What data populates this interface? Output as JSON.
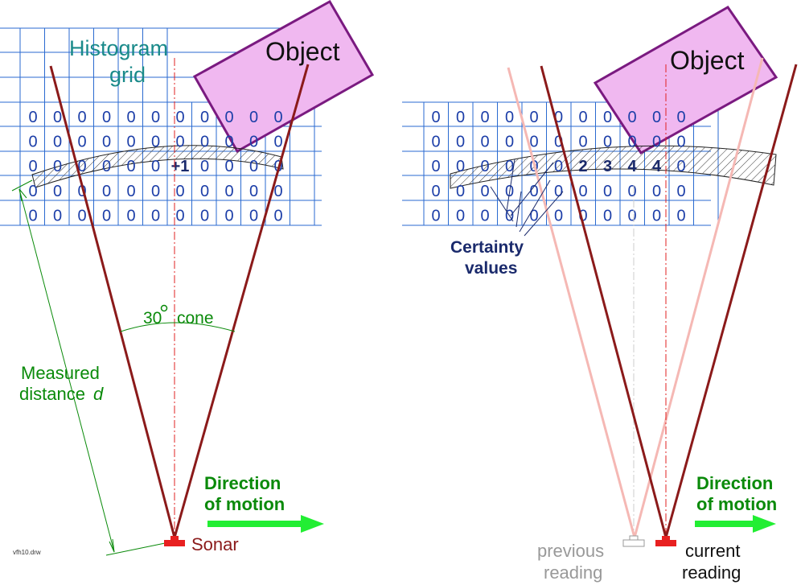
{
  "left": {
    "title": "Histogram grid",
    "title_line1": "Histogram",
    "title_line2": "grid",
    "object_label": "Object",
    "cone_label": "30° cone",
    "cone_angle": "30",
    "cone_word": "cone",
    "measured_line1": "Measured",
    "measured_line2": "distance",
    "measured_var": "d",
    "direction_line1": "Direction",
    "direction_line2": "of motion",
    "sonar_label": "Sonar",
    "file_label": "vfh10.drw",
    "grid_rows": [
      [
        "0",
        "0",
        "0",
        "0",
        "0",
        "0",
        "0",
        "0",
        "0",
        "0",
        "0"
      ],
      [
        "0",
        "0",
        "0",
        "0",
        "0",
        "0",
        "0",
        "0",
        "0",
        "0",
        "0"
      ],
      [
        "0",
        "0",
        "0",
        "0",
        "0",
        "0",
        "+1",
        "0",
        "0",
        "0",
        "0"
      ],
      [
        "0",
        "0",
        "0",
        "0",
        "0",
        "0",
        "0",
        "0",
        "0",
        "0",
        "0"
      ],
      [
        "0",
        "0",
        "0",
        "0",
        "0",
        "0",
        "0",
        "0",
        "0",
        "0",
        "0"
      ]
    ]
  },
  "right": {
    "object_label": "Object",
    "certainty_line1": "Certainty",
    "certainty_line2": "values",
    "direction_line1": "Direction",
    "direction_line2": "of motion",
    "previous_line1": "previous",
    "previous_line2": "reading",
    "current_line1": "current",
    "current_line2": "reading",
    "grid_rows": [
      [
        "0",
        "0",
        "0",
        "0",
        "0",
        "0",
        "0",
        "0",
        "0",
        "0",
        "0"
      ],
      [
        "0",
        "0",
        "0",
        "0",
        "0",
        "0",
        "0",
        "0",
        "0",
        "0",
        "0"
      ],
      [
        "0",
        "0",
        "0",
        "0",
        "0",
        "0",
        "2",
        "3",
        "4",
        "4",
        "0"
      ],
      [
        "0",
        "0",
        "0",
        "0",
        "0",
        "0",
        "0",
        "0",
        "0",
        "0",
        "0"
      ],
      [
        "0",
        "0",
        "0",
        "0",
        "0",
        "0",
        "0",
        "0",
        "0",
        "0",
        "0"
      ]
    ]
  },
  "colors": {
    "grid_line": "#2a6ad0",
    "zero": "#1c3ea8",
    "value": "#1a2a6c",
    "beam": "#8b1a1a",
    "beam_prev": "#f5b8b4",
    "object_fill": "#f0b8f0",
    "object_stroke": "#7a1a80",
    "green": "#0a8a0a",
    "arrow": "#22ee33",
    "sonar": "#e82020",
    "centerline": "#e02020",
    "grey": "#999999"
  }
}
